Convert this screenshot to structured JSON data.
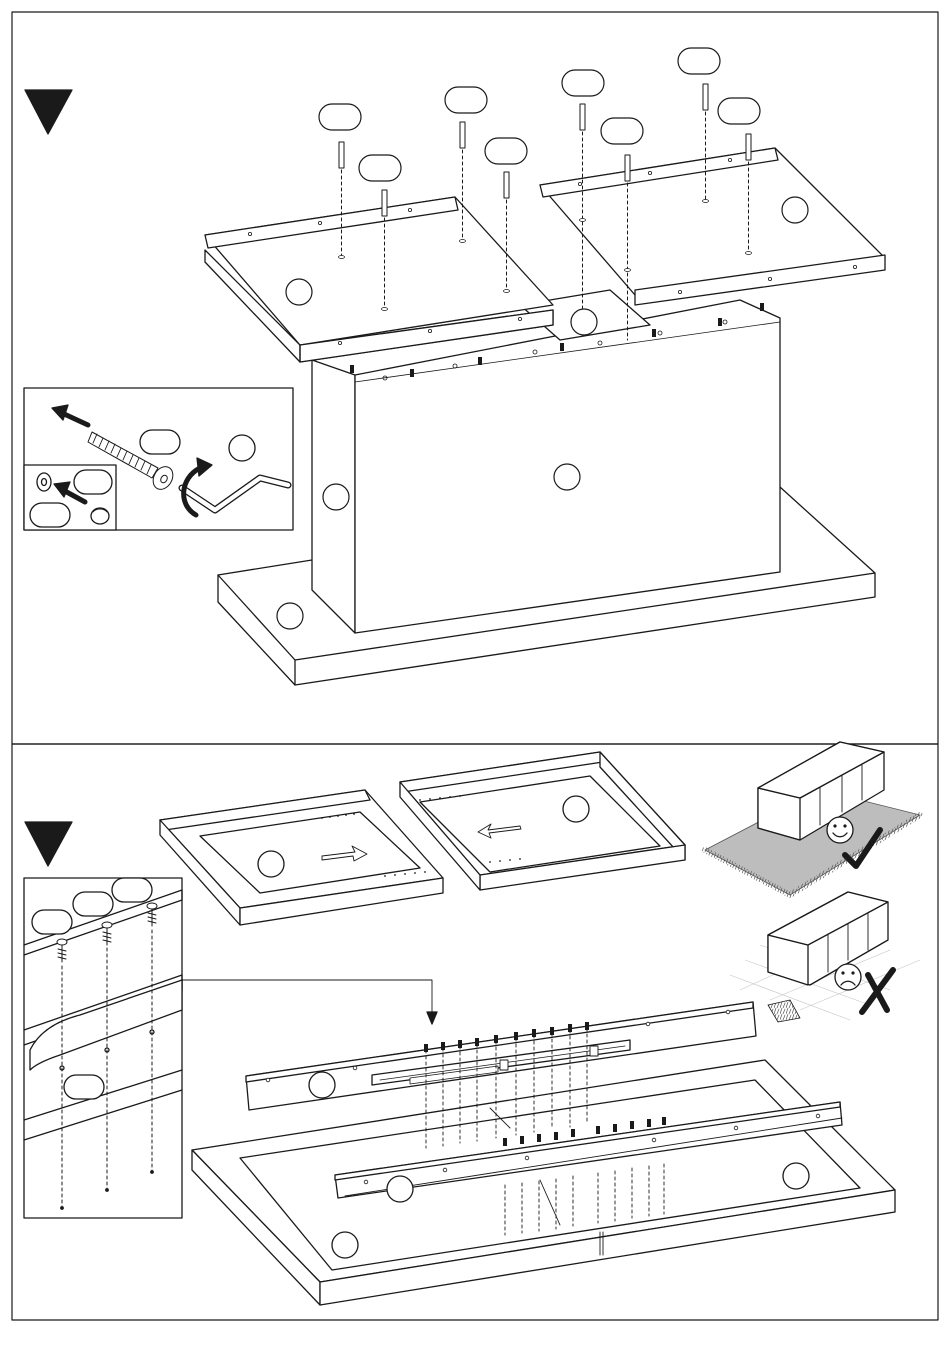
{
  "page": {
    "background": "#ffffff",
    "line_color": "#1a1a1a",
    "floor_shade": "#bdbdbd"
  },
  "steps": [
    {
      "id": "upper",
      "marker": "step-triangle",
      "callouts": [
        "",
        "",
        "",
        "",
        "",
        "",
        "",
        "",
        "",
        ""
      ],
      "part_labels": [
        "",
        "",
        "",
        "",
        "",
        "",
        ""
      ],
      "detail": {
        "icons": [
          "cam-bolt-icon",
          "allen-key-icon",
          "rotate-arrow-icon",
          "insert-arrow-icon",
          "cap-icon",
          "washer-icon"
        ],
        "callouts": [
          "",
          "",
          ""
        ]
      }
    },
    {
      "id": "lower",
      "marker": "step-triangle",
      "part_labels": [
        "",
        "",
        "",
        "",
        "",
        ""
      ],
      "detail": {
        "icons": [
          "screw-icon",
          "drawer-rail-icon"
        ],
        "callouts": [
          "",
          "",
          "",
          ""
        ]
      },
      "orientation": [
        {
          "state": "correct",
          "icons": [
            "smiley-icon",
            "check-mark-icon"
          ]
        },
        {
          "state": "wrong",
          "icons": [
            "sad-face-icon",
            "cross-mark-icon"
          ]
        }
      ]
    }
  ]
}
